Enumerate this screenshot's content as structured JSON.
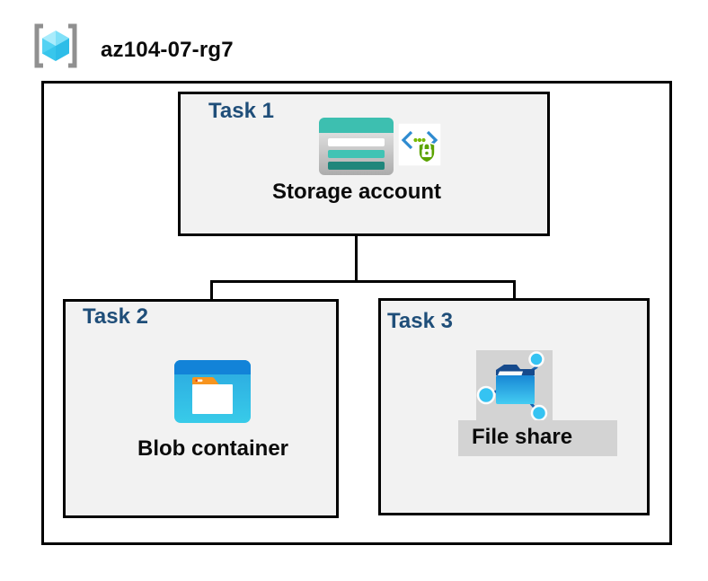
{
  "header": {
    "resource_group_name": "az104-07-rg7"
  },
  "tasks": {
    "task1": {
      "label": "Task 1",
      "resource": "Storage account"
    },
    "task2": {
      "label": "Task 2",
      "resource": "Blob container"
    },
    "task3": {
      "label": "Task 3",
      "resource": "File share"
    }
  },
  "icons": {
    "resource_group": "resource-group-icon",
    "storage_account": "storage-account-icon",
    "secure_access": "secure-access-icon",
    "blob_container": "blob-container-icon",
    "file_share": "file-share-icon"
  },
  "colors": {
    "task_label_navy": "#1F4E79",
    "box_fill_gray": "#F2F2F2",
    "line_black": "#000000",
    "storage_teal": "#3DBFB0",
    "storage_teal_light": "#41C3B4",
    "storage_teal_dark": "#1F867B",
    "blob_header_blue": "#1283D8",
    "blob_body_cyan": "#39CBE9",
    "folder_tab_orange": "#F7941E",
    "fileshare_plate_gray": "#D3D3D3",
    "fileshare_folder_blue": "#1887D5",
    "fileshare_flap_navy": "#164A8C",
    "node_cyan": "#35C3F2",
    "shield_green": "#5BA300",
    "api_bracket_blue": "#2E8BD0",
    "api_dot_green": "#76B900",
    "rg_bracket_gray": "#909090",
    "rg_cube_cyan": "#52D2F3"
  }
}
